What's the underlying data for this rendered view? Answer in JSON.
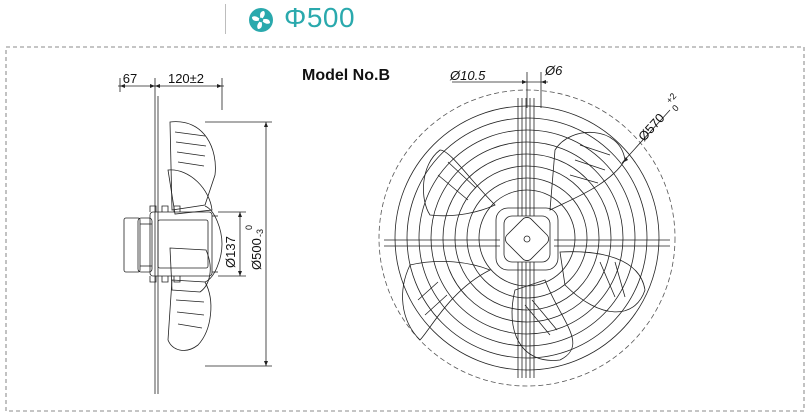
{
  "header": {
    "title": "Φ500",
    "accent_color": "#2aa9ad",
    "icon": "fan-icon"
  },
  "drawing": {
    "model_label": "Model No.B",
    "side_view": {
      "dim_width_left": "67",
      "dim_width_right": "120±2",
      "dim_hub": "Ø137",
      "dim_blade": "Ø500",
      "dim_blade_tol_upper": "0",
      "dim_blade_tol_lower": "-3"
    },
    "front_view": {
      "dim_hole": "Ø10.5",
      "dim_slot": "Ø6",
      "dim_mount": "Ø570",
      "dim_mount_tol_upper": "+2",
      "dim_mount_tol_lower": "0"
    }
  }
}
